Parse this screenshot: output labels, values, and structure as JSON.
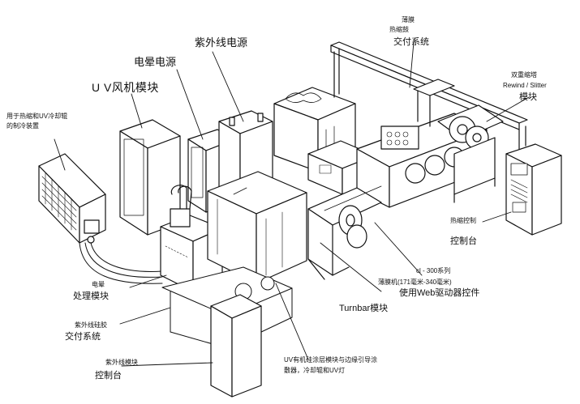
{
  "colors": {
    "ink": "#111111",
    "paper": "#ffffff",
    "shade": "#d9d9d9"
  },
  "labels": {
    "uv_fan": "U V风机模块",
    "lamp_power": "电晕电源",
    "uv_power": "紫外线电源",
    "cooler_line1": "用于热缩和UV冷却辊",
    "cooler_line2": "的制冷装置",
    "delivery_small1": "薄膜",
    "delivery_small2": "热缩鼓",
    "delivery": "交付系统",
    "rewind_small1": "双重缩塔",
    "rewind_small2": "Rewind / Slitter",
    "rewind": "模块",
    "heat_small": "热缩控制",
    "heat_console": "控制台",
    "series_small": "cl - 300系列",
    "series_small2": "薄膜机(171毫米-340毫米)",
    "web_driver": "使用Web驱动器控件",
    "turnbar": "Turnbar模块",
    "treat_small": "电晕",
    "treat": "处理模块",
    "uv_delivery_small": "紫外线硅胶",
    "uv_delivery": "交付系统",
    "uv_console_small": "紫外线模块",
    "uv_console": "控制台",
    "coating1": "UV有机硅涂层模块与边缘引导涂",
    "coating2": "敷器，冷却辊和UV灯"
  }
}
